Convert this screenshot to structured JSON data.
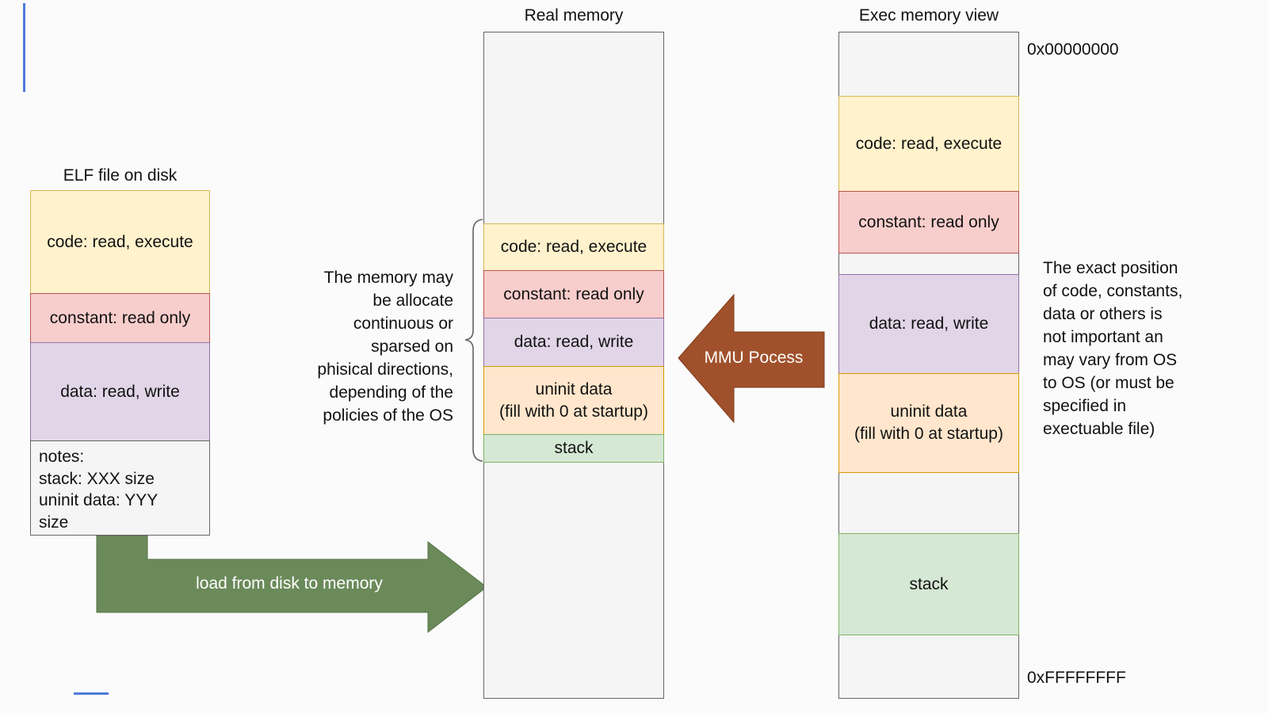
{
  "diagram": {
    "elf": {
      "title": "ELF file on disk",
      "segments": {
        "code": "code: read, execute",
        "constant": "constant: read only",
        "data": "data: read, write",
        "notes": "notes:\nstack: XXX size\nuninit data: YYY\nsize"
      }
    },
    "real_memory": {
      "title": "Real memory",
      "segments": {
        "code": "code: read, execute",
        "constant": "constant: read only",
        "data": "data: read, write",
        "uninit": "uninit data\n(fill with 0 at startup)",
        "stack": "stack"
      },
      "note": "The memory may\nbe allocate\ncontinuous or\nsparsed on\nphisical directions,\ndepending of the\npolicies of the OS"
    },
    "exec_memory": {
      "title": "Exec memory view",
      "segments": {
        "code": "code: read, execute",
        "constant": "constant: read only",
        "data": "data: read, write",
        "uninit": "uninit data\n(fill with 0 at startup)",
        "stack": "stack"
      },
      "address_top": "0x00000000",
      "address_bottom": "0xFFFFFFFF",
      "note": "The exact position\nof code, constants,\ndata or others is\nnot important an\nmay vary from OS\nto OS (or must be\nspecified in\nexectuable file)"
    },
    "arrows": {
      "load_label": "load from disk to memory",
      "mmu_label": "MMU Pocess"
    },
    "colors": {
      "code_fill": "#fff2cc",
      "code_border": "#d6b656",
      "constant_fill": "#f8cecc",
      "constant_border": "#b85450",
      "data_fill": "#e1d5e7",
      "data_border": "#9673a6",
      "uninit_fill": "#ffe6cc",
      "uninit_border": "#d79b00",
      "stack_fill": "#d5e8d4",
      "stack_border": "#82b366",
      "memory_fill": "#f5f5f5",
      "memory_border": "#666666",
      "load_arrow_fill": "#6b8a5a",
      "mmu_arrow_fill": "#a0512c",
      "frame_blue": "#4f7bd9"
    }
  }
}
